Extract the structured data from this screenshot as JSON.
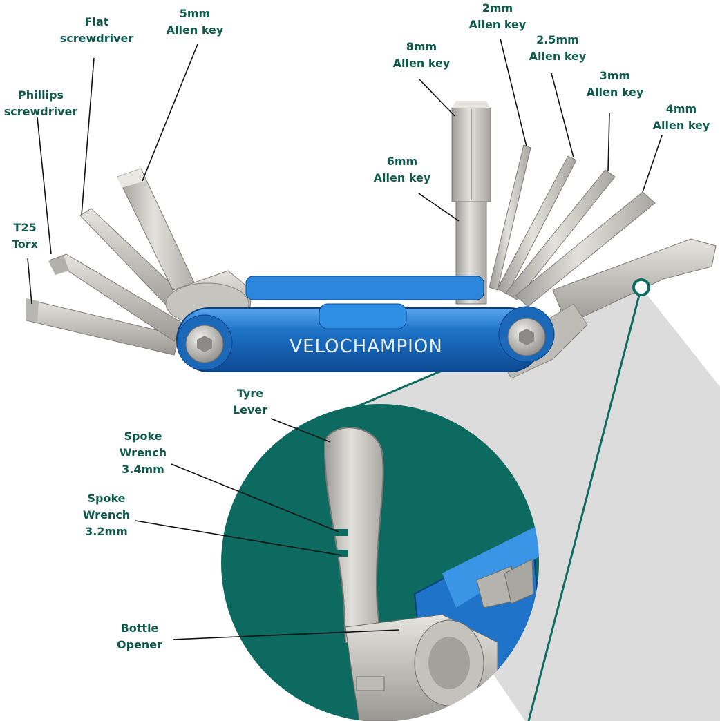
{
  "brand": {
    "name": "VELOCHAMPION"
  },
  "colors": {
    "label_text": "#0f5a4d",
    "circle_fill": "#0c6a60",
    "body_blue": "#1f74c9",
    "steel": "#c9c7c2",
    "leader_line": "#111111"
  },
  "labels": {
    "phillips": {
      "line1": "Phillips",
      "line2": "screwdriver"
    },
    "flat": {
      "line1": "Flat",
      "line2": "screwdriver"
    },
    "allen5": {
      "line1": "5mm",
      "line2": "Allen key"
    },
    "t25": {
      "line1": "T25",
      "line2": "Torx"
    },
    "allen8": {
      "line1": "8mm",
      "line2": "Allen key"
    },
    "allen6": {
      "line1": "6mm",
      "line2": "Allen key"
    },
    "allen2": {
      "line1": "2mm",
      "line2": "Allen key"
    },
    "allen25": {
      "line1": "2.5mm",
      "line2": "Allen key"
    },
    "allen3": {
      "line1": "3mm",
      "line2": "Allen key"
    },
    "allen4": {
      "line1": "4mm",
      "line2": "Allen key"
    },
    "tyre_lever": {
      "line1": "Tyre",
      "line2": "Lever"
    },
    "spoke34": {
      "line1": "Spoke",
      "line2": "Wrench",
      "line3": "3.4mm"
    },
    "spoke32": {
      "line1": "Spoke",
      "line2": "Wrench",
      "line3": "3.2mm"
    },
    "bottle": {
      "line1": "Bottle",
      "line2": "Opener"
    }
  }
}
